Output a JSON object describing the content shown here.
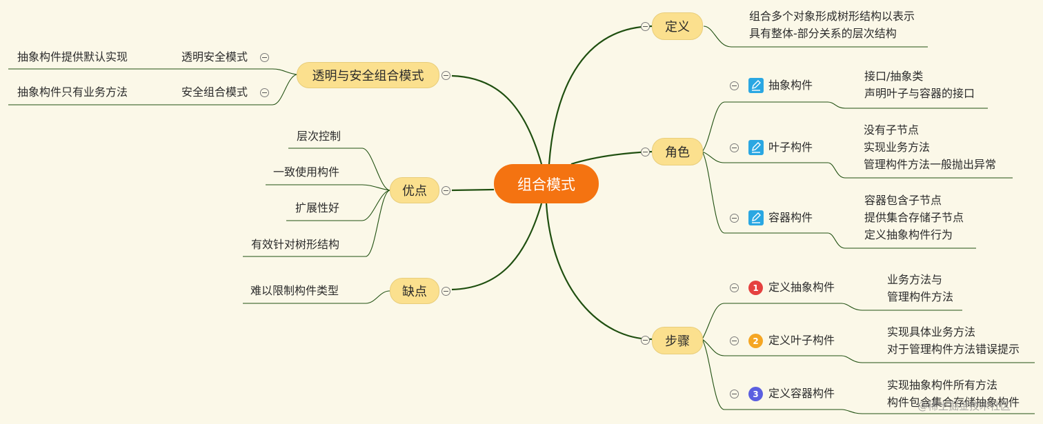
{
  "root": {
    "label": "组合模式"
  },
  "definition": {
    "label": "定义",
    "lines": [
      "组合多个对象形成树形结构以表示",
      "具有整体-部分关系的层次结构"
    ]
  },
  "roles": {
    "label": "角色",
    "items": [
      {
        "label": "抽象构件",
        "icon": "edit-icon",
        "lines": [
          "接口/抽象类",
          "声明叶子与容器的接口"
        ]
      },
      {
        "label": "叶子构件",
        "icon": "edit-icon",
        "lines": [
          "没有子节点",
          "实现业务方法",
          "管理构件方法一般抛出异常"
        ]
      },
      {
        "label": "容器构件",
        "icon": "edit-icon",
        "lines": [
          "容器包含子节点",
          "提供集合存储子节点",
          "定义抽象构件行为"
        ]
      }
    ]
  },
  "steps": {
    "label": "步骤",
    "items": [
      {
        "number": "1",
        "color": "#e5413f",
        "label": "定义抽象构件",
        "lines": [
          "业务方法与",
          "管理构件方法"
        ]
      },
      {
        "number": "2",
        "color": "#f5a623",
        "label": "定义叶子构件",
        "lines": [
          "实现具体业务方法",
          "对于管理构件方法错误提示"
        ]
      },
      {
        "number": "3",
        "color": "#5b5fe0",
        "label": "定义容器构件",
        "lines": [
          "实现抽象构件所有方法",
          "构件包含集合存储抽象构件"
        ]
      }
    ]
  },
  "transparent_safe": {
    "label": "透明与安全组合模式",
    "items": [
      {
        "label": "透明安全模式",
        "detail": "抽象构件提供默认实现"
      },
      {
        "label": "安全组合模式",
        "detail": "抽象构件只有业务方法"
      }
    ]
  },
  "advantages": {
    "label": "优点",
    "items": [
      "层次控制",
      "一致使用构件",
      "扩展性好",
      "有效针对树形结构"
    ]
  },
  "disadvantages": {
    "label": "缺点",
    "items": [
      "难以限制构件类型"
    ]
  },
  "watermark": "@稀土掘金技术社区",
  "colors": {
    "root": "#f47311",
    "topic": "#fbe08e",
    "line": "#1f5010",
    "icon": "#2aa7e2",
    "background": "#fbf8e8"
  }
}
